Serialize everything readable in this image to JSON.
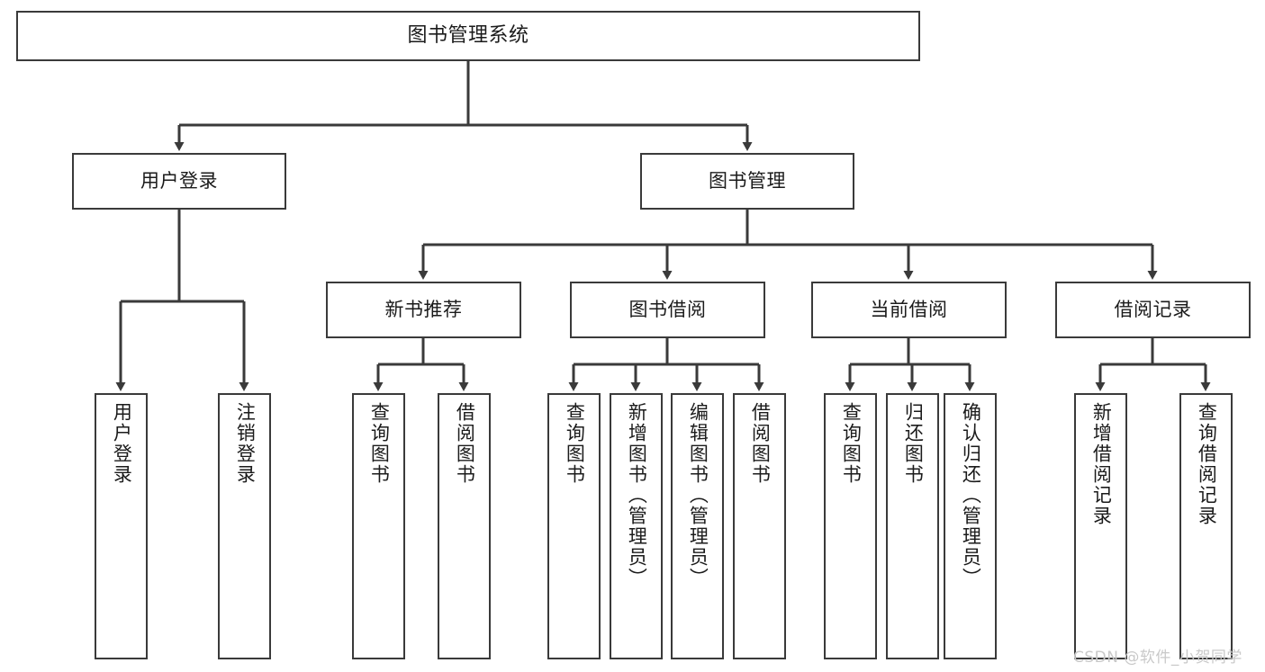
{
  "diagram": {
    "title": "图书管理系统",
    "type": "tree-hierarchy-diagram",
    "watermark": "CSDN @软件_小贺同学",
    "colors": {
      "stroke": "#3a3a3a",
      "fill": "#ffffff",
      "text": "#1b1b1b",
      "watermark": "#c9c9c9"
    },
    "nodes": {
      "root": {
        "label": "图书管理系统"
      },
      "level2": [
        {
          "id": "user-login",
          "label": "用户登录"
        },
        {
          "id": "book-manage",
          "label": "图书管理"
        }
      ],
      "level3": [
        {
          "id": "new-book-recommend",
          "label": "新书推荐"
        },
        {
          "id": "book-borrow",
          "label": "图书借阅"
        },
        {
          "id": "current-borrow",
          "label": "当前借阅"
        },
        {
          "id": "borrow-record",
          "label": "借阅记录"
        }
      ],
      "leaves": [
        {
          "id": "leaf-user-login",
          "label": "用户登录",
          "parent": "user-login"
        },
        {
          "id": "leaf-logout",
          "label": "注销登录",
          "parent": "user-login"
        },
        {
          "id": "leaf-query-book-1",
          "label": "查询图书",
          "parent": "new-book-recommend"
        },
        {
          "id": "leaf-borrow-book-1",
          "label": "借阅图书",
          "parent": "new-book-recommend"
        },
        {
          "id": "leaf-query-book-2",
          "label": "查询图书",
          "parent": "book-borrow"
        },
        {
          "id": "leaf-add-book",
          "label": "新增图书（管理员）",
          "parent": "book-borrow"
        },
        {
          "id": "leaf-edit-book",
          "label": "编辑图书（管理员）",
          "parent": "book-borrow"
        },
        {
          "id": "leaf-borrow-book-2",
          "label": "借阅图书",
          "parent": "book-borrow"
        },
        {
          "id": "leaf-query-book-3",
          "label": "查询图书",
          "parent": "current-borrow"
        },
        {
          "id": "leaf-return-book",
          "label": "归还图书",
          "parent": "current-borrow"
        },
        {
          "id": "leaf-confirm-return",
          "label": "确认归还（管理员）",
          "parent": "current-borrow"
        },
        {
          "id": "leaf-add-record",
          "label": "新增借阅记录",
          "parent": "borrow-record"
        },
        {
          "id": "leaf-query-record",
          "label": "查询借阅记录",
          "parent": "borrow-record"
        }
      ]
    }
  }
}
